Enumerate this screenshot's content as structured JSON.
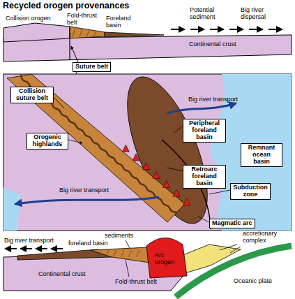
{
  "diagram": {
    "title": "Recycled orogen provenances",
    "nodes": [
      {
        "text": [
          "Suture belt"
        ]
      },
      {
        "text": [
          "Collision suture belt"
        ]
      },
      {
        "text": [
          "Orogenic highlands"
        ]
      },
      {
        "text": [
          "Peripheral foreland basin"
        ]
      },
      {
        "text": [
          "Remnant ocean basin"
        ]
      },
      {
        "text": [
          "Subduction zone"
        ]
      },
      {
        "text": [
          "Retroarc foreland basin"
        ]
      },
      {
        "text": [
          "Magmatic arc"
        ]
      }
    ],
    "labels": [
      "Collision orogen",
      "Fold-thrust belt",
      "Foreland basin",
      "Potential sediment",
      "Big river dispersal",
      "Continental crust",
      "Big river transport",
      "Big river transport",
      "Big river transport",
      "sediments",
      "foreland basin",
      "accretionary complex",
      "Arc orogen",
      "Continental crust",
      "Fold-thrust belt",
      "Oceanic plate"
    ]
  }
}
